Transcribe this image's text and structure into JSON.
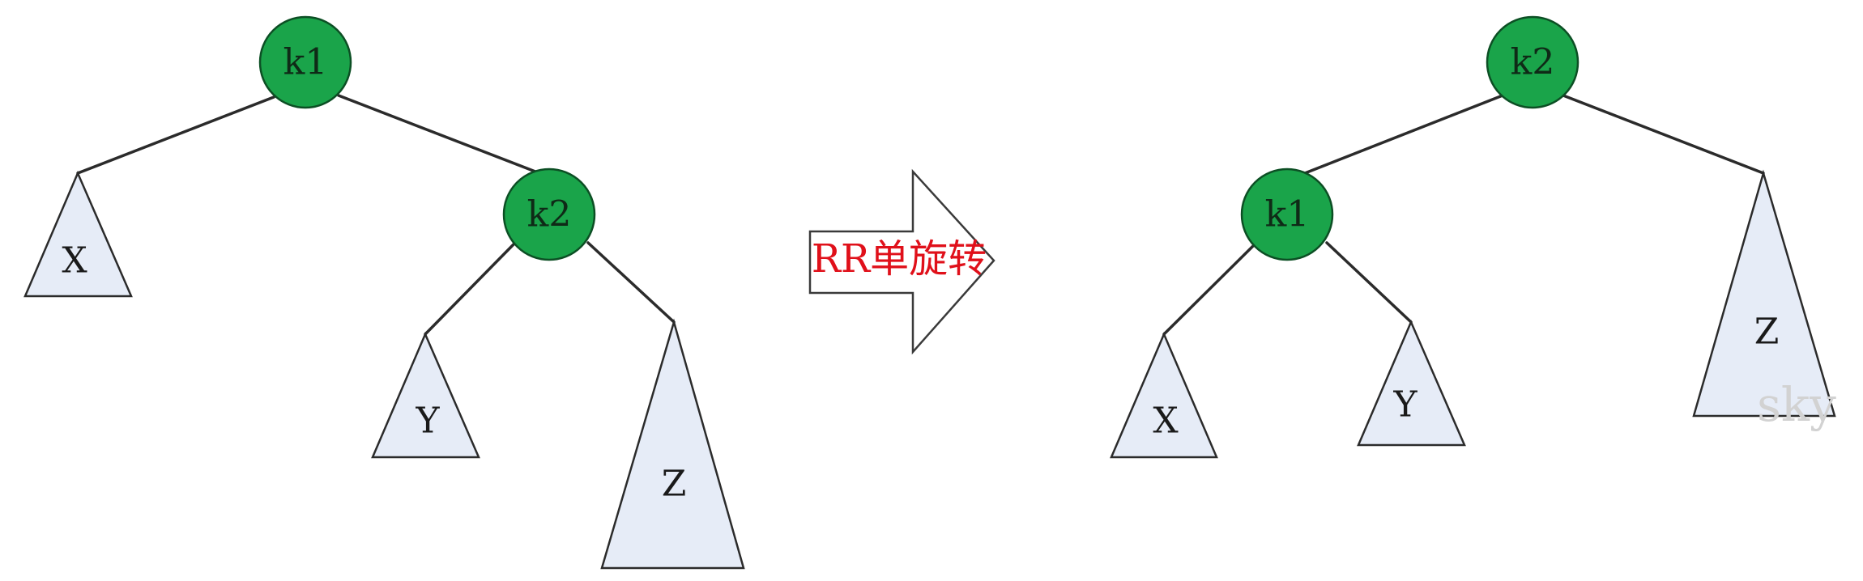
{
  "diagram": {
    "before_tree": {
      "root": {
        "label": "k1"
      },
      "right_child": {
        "label": "k2"
      },
      "subtree_x": {
        "label": "X"
      },
      "subtree_y": {
        "label": "Y"
      },
      "subtree_z": {
        "label": "Z"
      }
    },
    "transition": {
      "label": "RR单旋转"
    },
    "after_tree": {
      "root": {
        "label": "k2"
      },
      "left_child": {
        "label": "k1"
      },
      "subtree_x": {
        "label": "X"
      },
      "subtree_y": {
        "label": "Y"
      },
      "subtree_z": {
        "label": "Z"
      }
    },
    "watermark": "sky",
    "colors": {
      "node_fill": "#1aa44a",
      "subtree_fill": "#e6ecf7",
      "arrow_label": "#e0101a"
    }
  }
}
